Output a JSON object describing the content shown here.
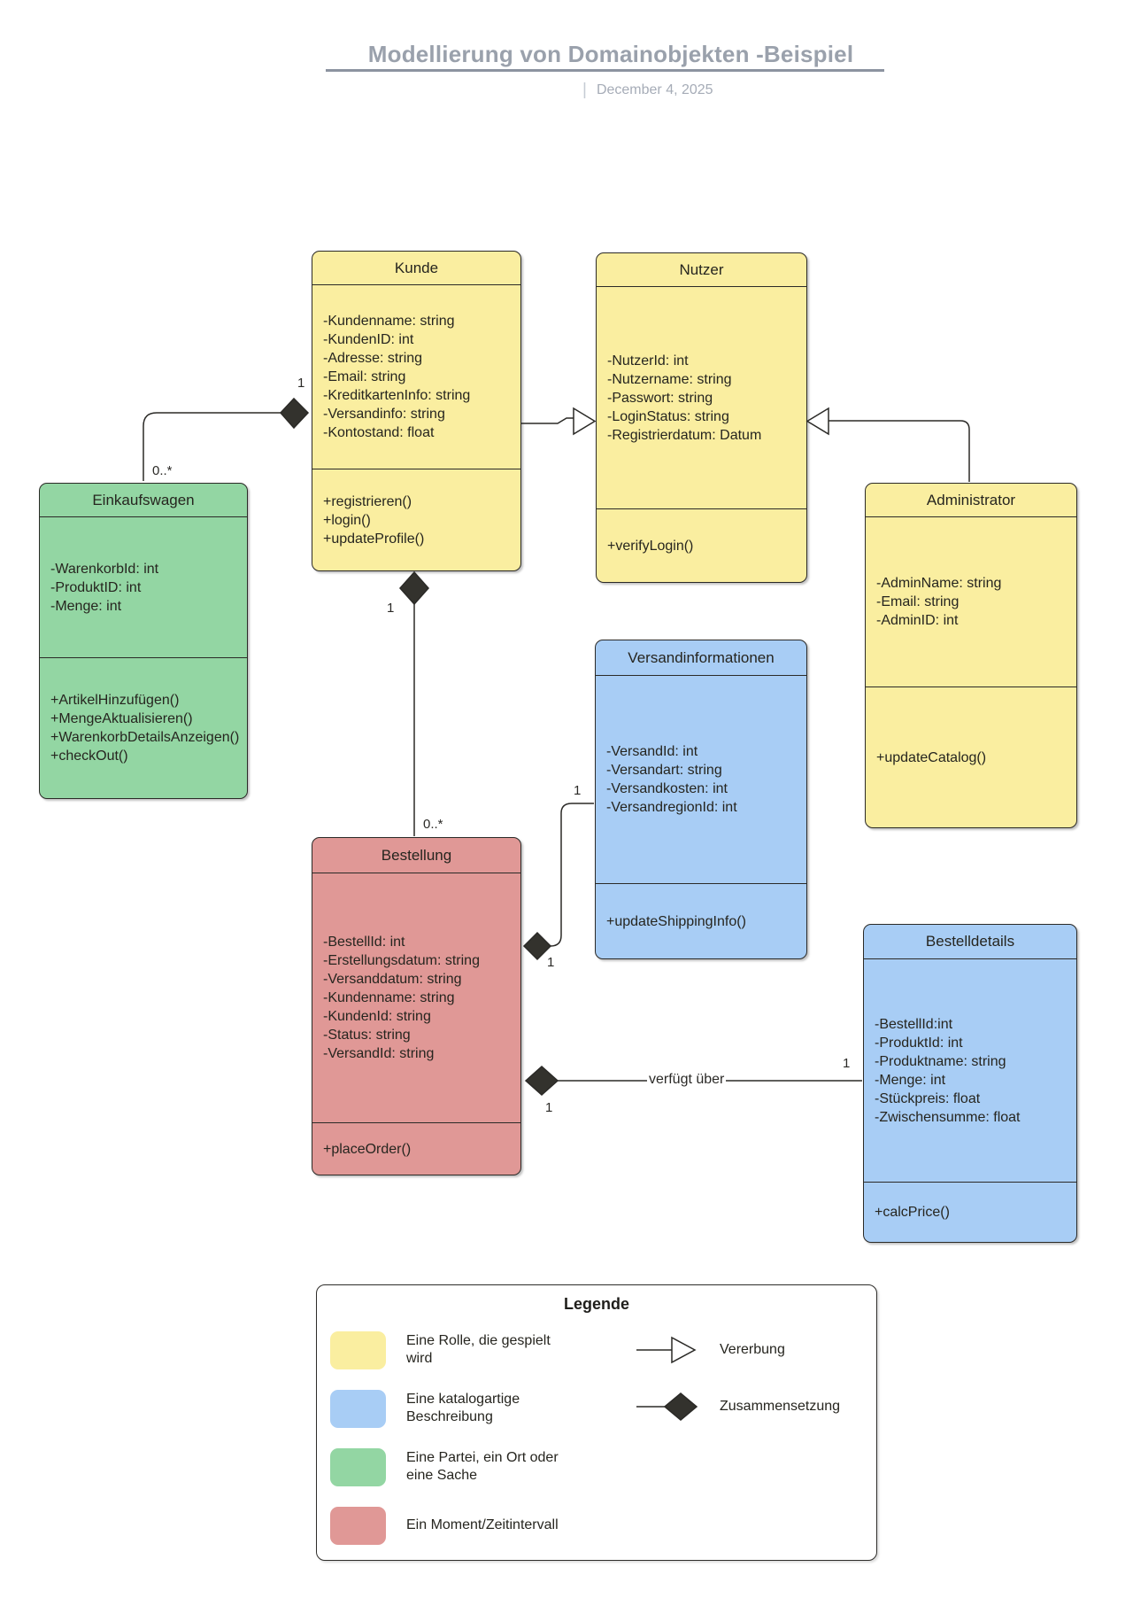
{
  "header": {
    "title": "Modellierung von Domainobjekten -Beispiel",
    "date_separator": "|",
    "date": "December 4, 2025"
  },
  "colors": {
    "role_yellow": "#FAEEA0",
    "catalog_blue": "#A8CDF5",
    "party_green": "#93D6A3",
    "moment_red": "#E09896",
    "line": "#2B2A27",
    "page_title": "#9AA1AC"
  },
  "classes": [
    {
      "name": "Kunde",
      "fill": "role_yellow",
      "attributes": [
        "-Kundenname: string",
        "-KundenID: int",
        "-Adresse: string",
        "-Email: string",
        "-KreditkartenInfo: string",
        "-Versandinfo: string",
        "-Kontostand: float"
      ],
      "methods": [
        "+registrieren()",
        "+login()",
        "+updateProfile()"
      ]
    },
    {
      "name": "Nutzer",
      "fill": "role_yellow",
      "attributes": [
        "-NutzerId: int",
        "-Nutzername: string",
        "-Passwort: string",
        "-LoginStatus: string",
        "-Registrierdatum: Datum"
      ],
      "methods": [
        "+verifyLogin()"
      ]
    },
    {
      "name": "Administrator",
      "fill": "role_yellow",
      "attributes": [
        "-AdminName: string",
        "-Email: string",
        "-AdminID: int"
      ],
      "methods": [
        "+updateCatalog()"
      ]
    },
    {
      "name": "Einkaufswagen",
      "fill": "party_green",
      "attributes": [
        "-WarenkorbId: int",
        "-ProduktID: int",
        "-Menge: int"
      ],
      "methods": [
        "+ArtikelHinzufügen()",
        "+MengeAktualisieren()",
        "+WarenkorbDetailsAnzeigen()",
        "+checkOut()"
      ]
    },
    {
      "name": "Versandinformationen",
      "fill": "catalog_blue",
      "attributes": [
        "-VersandId: int",
        "-Versandart: string",
        "-Versandkosten: int",
        "-VersandregionId: int"
      ],
      "methods": [
        "+updateShippingInfo()"
      ]
    },
    {
      "name": "Bestellung",
      "fill": "moment_red",
      "attributes": [
        "-BestellId: int",
        "-Erstellungsdatum: string",
        "-Versanddatum: string",
        "-Kundenname: string",
        "-KundenId: string",
        "-Status: string",
        "-VersandId: string"
      ],
      "methods": [
        "+placeOrder()"
      ]
    },
    {
      "name": "Bestelldetails",
      "fill": "catalog_blue",
      "attributes": [
        "-BestellId:int",
        "-ProduktId: int",
        "-Produktname: string",
        "-Menge: int",
        "-Stückpreis: float",
        "-Zwischensumme: float"
      ],
      "methods": [
        "+calcPrice()"
      ]
    }
  ],
  "relationships": [
    {
      "type": "composition",
      "from": "Kunde",
      "to": "Einkaufswagen",
      "from_label": "1",
      "to_label": "0..*"
    },
    {
      "type": "composition",
      "from": "Kunde",
      "to": "Bestellung",
      "from_label": "1",
      "to_label": "0..*"
    },
    {
      "type": "inheritance",
      "from": "Kunde",
      "to": "Nutzer"
    },
    {
      "type": "inheritance",
      "from": "Administrator",
      "to": "Nutzer"
    },
    {
      "type": "composition",
      "from": "Bestellung",
      "to": "Versandinformationen",
      "from_label": "1",
      "to_label": "1"
    },
    {
      "type": "composition",
      "from": "Bestellung",
      "to": "Bestelldetails",
      "from_label": "1",
      "to_label": "1",
      "label": "verfügt über"
    }
  ],
  "legend": {
    "title": "Legende",
    "items": [
      {
        "color": "role_yellow",
        "label": "Eine Rolle, die gespielt wird"
      },
      {
        "color": "catalog_blue",
        "label": "Eine katalogartige Beschreibung"
      },
      {
        "color": "party_green",
        "label": "Eine Partei, ein Ort oder eine Sache"
      },
      {
        "color": "moment_red",
        "label": "Ein Moment/Zeitintervall"
      }
    ],
    "connectors": [
      {
        "type": "inheritance",
        "label": "Vererbung"
      },
      {
        "type": "composition",
        "label": "Zusammensetzung"
      }
    ]
  }
}
